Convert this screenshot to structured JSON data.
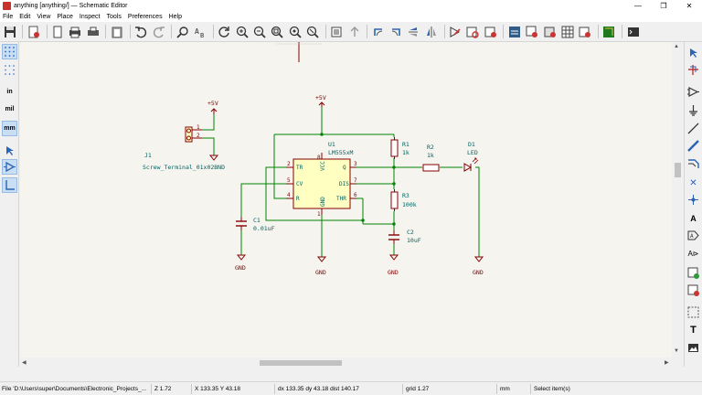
{
  "window": {
    "title": "anything [anything/] — Schematic Editor",
    "minimize": "—",
    "maximize": "❐",
    "close": "✕"
  },
  "menu": [
    "File",
    "Edit",
    "View",
    "Place",
    "Inspect",
    "Tools",
    "Preferences",
    "Help"
  ],
  "left_toolbar": {
    "units_in": "in",
    "units_mil": "mil",
    "units_mm": "mm"
  },
  "schematic": {
    "j1": {
      "ref": "J1",
      "value": "Screw_Terminal_01x02BND",
      "pin1": "1",
      "pin2": "2",
      "power": "+5V"
    },
    "u1": {
      "ref": "U1",
      "value": "LM555xM",
      "pins": {
        "tr": "TR",
        "cv": "CV",
        "r": "R",
        "q": "Q",
        "dis": "DIS",
        "thr": "THR",
        "vcc": "VCC",
        "gnd": "GND"
      },
      "pinnums": {
        "tr": "2",
        "cv": "5",
        "r": "4",
        "q": "3",
        "dis": "7",
        "thr": "6",
        "vcc": "8",
        "gnd": "1"
      }
    },
    "r1": {
      "ref": "R1",
      "value": "1k"
    },
    "r2": {
      "ref": "R2",
      "value": "1k"
    },
    "r3": {
      "ref": "R3",
      "value": "100k"
    },
    "c1": {
      "ref": "C1",
      "value": "0.01uF"
    },
    "c2": {
      "ref": "C2",
      "value": "10uF"
    },
    "d1": {
      "ref": "D1",
      "value": "LED"
    },
    "vcc_label": "+5V",
    "gnd_label": "GND"
  },
  "status": {
    "file": "File 'D:\\Users\\super\\Documents\\Electronic_Projects_...",
    "zoom": "Z 1.72",
    "cursor": "X 133.35  Y 43.18",
    "delta": "dx 133.35  dy 43.18  dist 140.17",
    "grid": "grid 1.27",
    "units": "mm",
    "mode": "Select item(s)"
  },
  "colors": {
    "wire": "#008400",
    "component": "#840000",
    "power": "#840000",
    "label_text": "#006464",
    "body_fill": "#ffffc2",
    "pin": "#840000"
  }
}
